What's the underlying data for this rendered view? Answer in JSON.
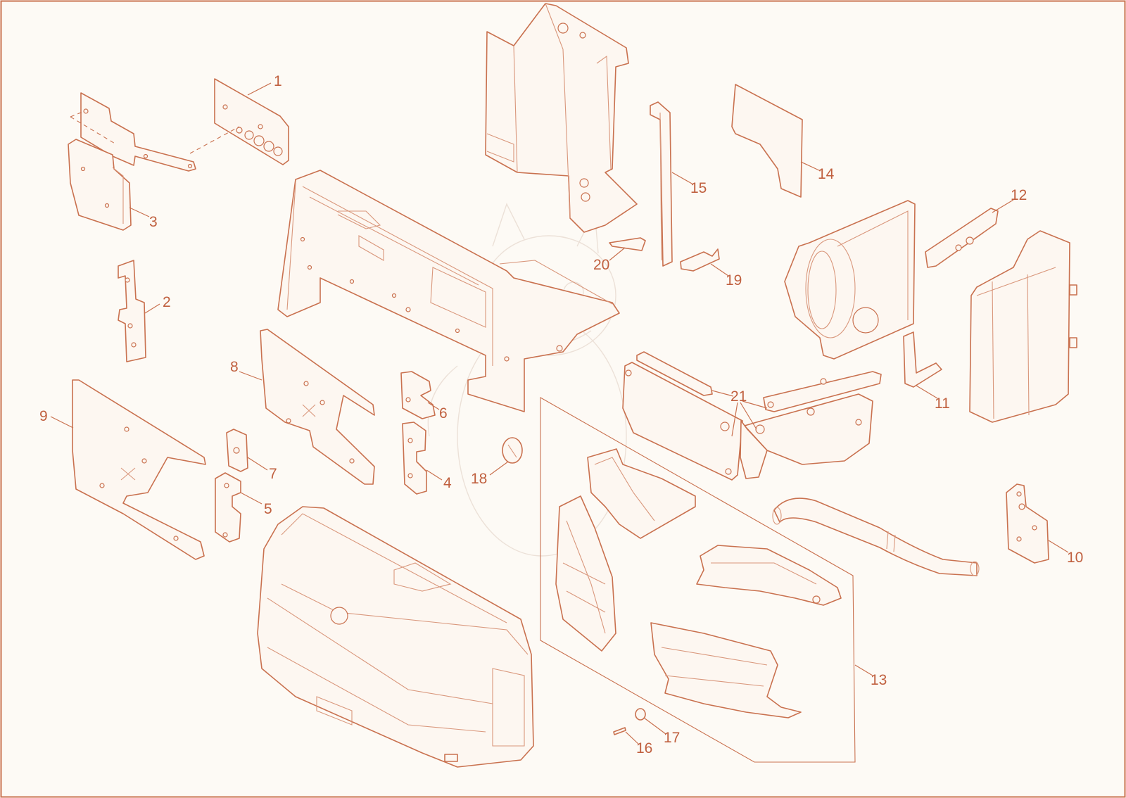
{
  "diagram": {
    "colors": {
      "line": "#c9714f",
      "label": "#c0603f",
      "background": "#fdfaf5"
    },
    "callouts": [
      {
        "id": 1,
        "label": "1"
      },
      {
        "id": 2,
        "label": "2"
      },
      {
        "id": 3,
        "label": "3"
      },
      {
        "id": 4,
        "label": "4"
      },
      {
        "id": 5,
        "label": "5"
      },
      {
        "id": 6,
        "label": "6"
      },
      {
        "id": 7,
        "label": "7"
      },
      {
        "id": 8,
        "label": "8"
      },
      {
        "id": 9,
        "label": "9"
      },
      {
        "id": 10,
        "label": "10"
      },
      {
        "id": 11,
        "label": "11"
      },
      {
        "id": 12,
        "label": "12"
      },
      {
        "id": 13,
        "label": "13"
      },
      {
        "id": 14,
        "label": "14"
      },
      {
        "id": 15,
        "label": "15"
      },
      {
        "id": 16,
        "label": "16"
      },
      {
        "id": 17,
        "label": "17"
      },
      {
        "id": 18,
        "label": "18"
      },
      {
        "id": 19,
        "label": "19"
      },
      {
        "id": 20,
        "label": "20"
      },
      {
        "id": 21,
        "label": "21"
      }
    ]
  }
}
